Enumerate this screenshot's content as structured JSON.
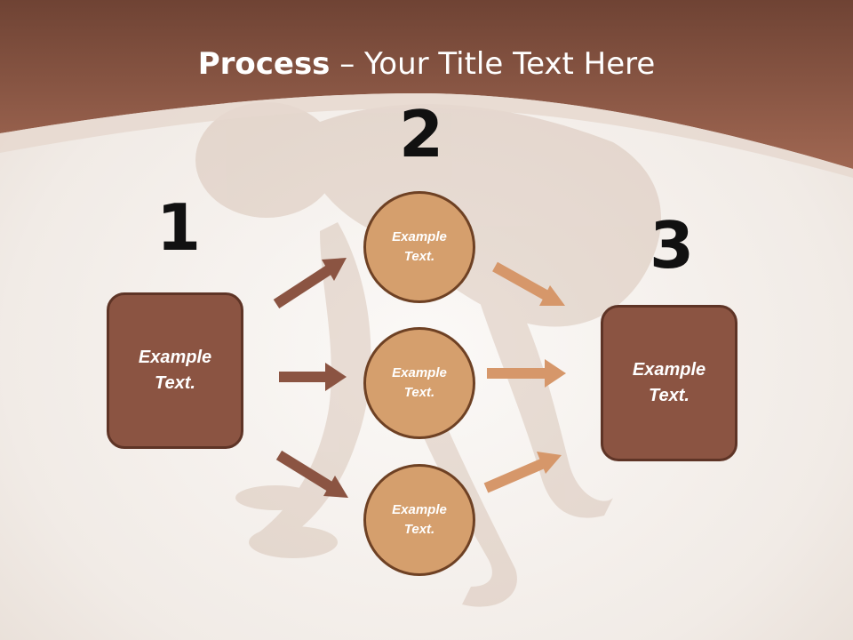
{
  "title": {
    "bold": "Process",
    "rest": " – Your Title Text Here"
  },
  "steps": [
    {
      "number": "1",
      "text": "Example Text."
    },
    {
      "number": "2",
      "items": [
        "Example Text.",
        "Example Text.",
        "Example Text."
      ]
    },
    {
      "number": "3",
      "text": "Example Text."
    }
  ],
  "colors": {
    "header_brown": "#8e5644",
    "box_brown": "#8b5442",
    "circle_tan": "#d59f6d",
    "arrow_dark": "#8b5442",
    "arrow_light": "#d6976a"
  }
}
